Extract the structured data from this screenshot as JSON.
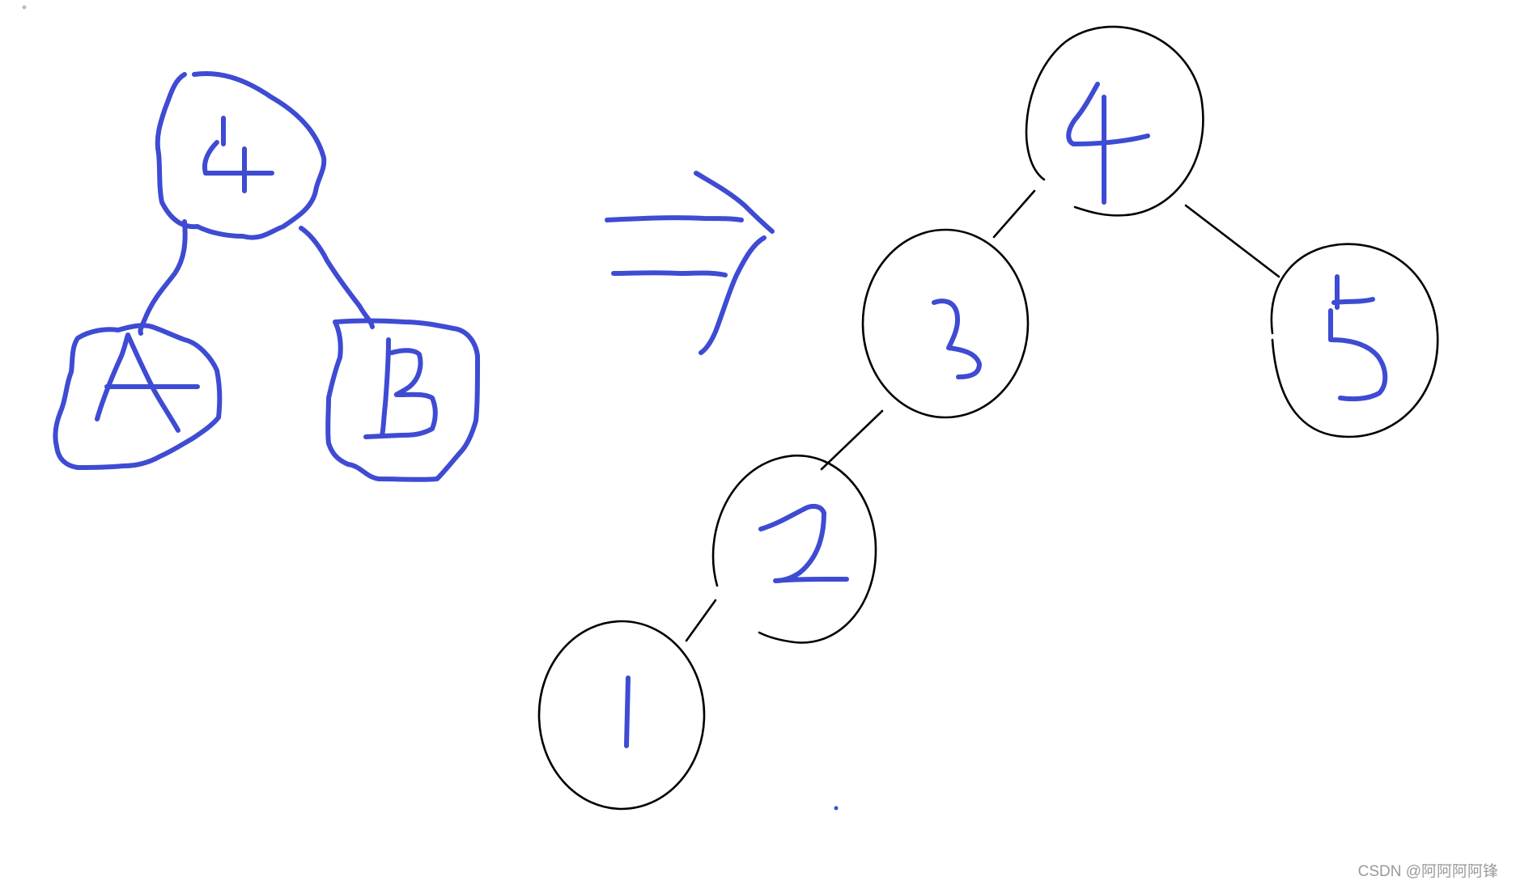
{
  "left_tree": {
    "root": "4",
    "left": "A",
    "right": "B"
  },
  "arrow": "⇒",
  "right_tree": {
    "nodes": [
      "4",
      "3",
      "5",
      "2",
      "1"
    ]
  },
  "watermark": "CSDN @阿阿阿阿锋"
}
